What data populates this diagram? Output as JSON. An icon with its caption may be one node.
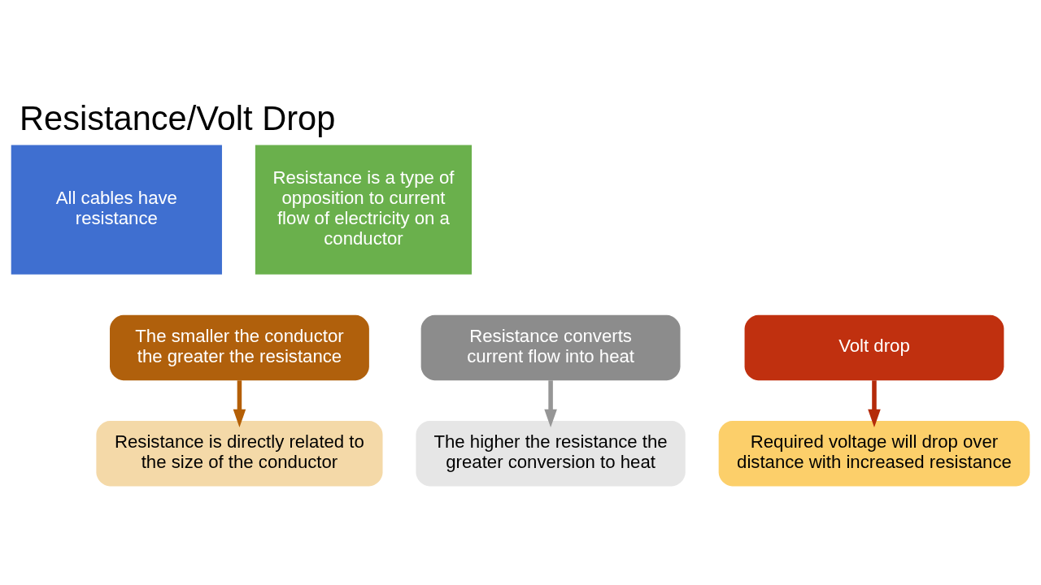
{
  "diagram": {
    "title": "Resistance/Volt Drop",
    "nodes": [
      {
        "text": [
          "All cables have resistance"
        ]
      },
      {
        "text": [
          "Resistance is a type of opposition to current flow of electricity on a conductor"
        ]
      },
      {
        "text": [
          "Resistance converts current flow into heat"
        ]
      },
      {
        "text": [
          "The smaller the conductor the greater the resistance"
        ]
      },
      {
        "text": [
          "Volt drop"
        ]
      },
      {
        "text": [
          "The higher the resistance the greater conversion to heat"
        ]
      },
      {
        "text": [
          "Resistance is directly related to the size of the conductor"
        ]
      },
      {
        "text": [
          "Required voltage will drop over distance with increased resistance"
        ]
      }
    ],
    "edges": [
      {
        "from": 2,
        "to": 5,
        "arrow": "to",
        "color": "#969696"
      },
      {
        "from": 3,
        "to": 6,
        "arrow": "to",
        "color": "#b45f06"
      },
      {
        "from": 4,
        "to": 7,
        "arrow": "to",
        "color": "#b42a0a"
      }
    ]
  }
}
